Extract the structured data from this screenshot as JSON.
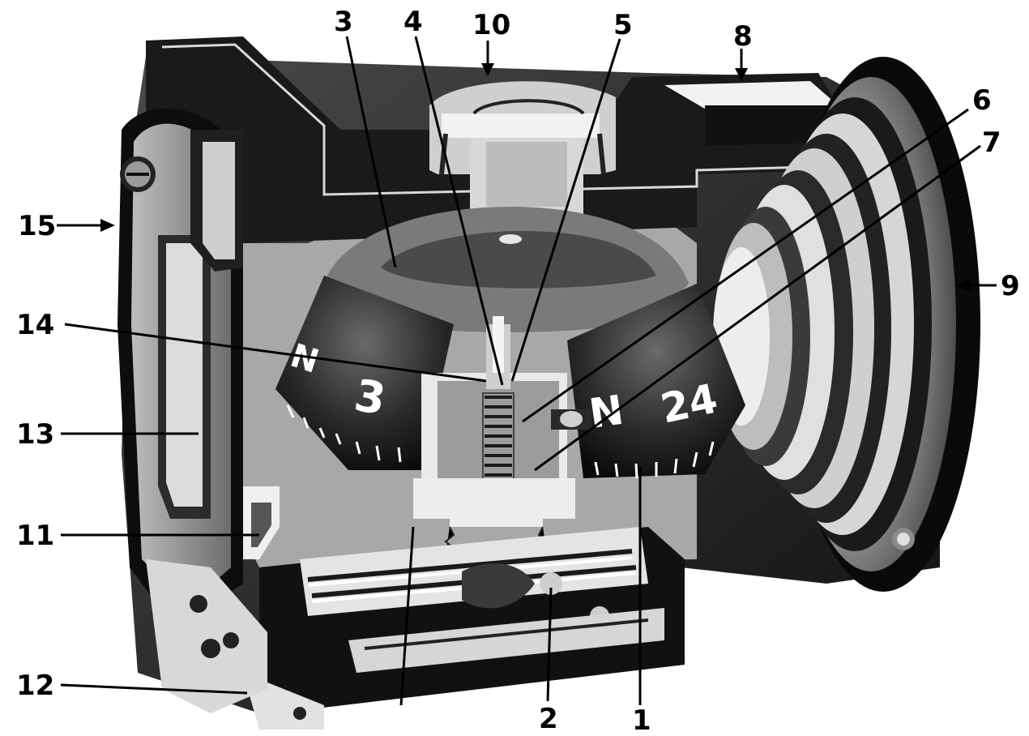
{
  "figure": {
    "palette": {
      "ink": "#000000",
      "paper": "#ffffff",
      "mid_gray": "#8a8a8a",
      "light_gray": "#d0d0d0",
      "dark_gray": "#2a2a2a"
    },
    "dial_markings": {
      "left_letter": "N",
      "left_number": "3",
      "right_letter": "N",
      "right_number": "24"
    },
    "callouts": [
      {
        "id": "1",
        "label": "1"
      },
      {
        "id": "2",
        "label": "2"
      },
      {
        "id": "3",
        "label": "3"
      },
      {
        "id": "4",
        "label": "4"
      },
      {
        "id": "5",
        "label": "5"
      },
      {
        "id": "6",
        "label": "6"
      },
      {
        "id": "7",
        "label": "7"
      },
      {
        "id": "8",
        "label": "8"
      },
      {
        "id": "9",
        "label": "9"
      },
      {
        "id": "10",
        "label": "10"
      },
      {
        "id": "11",
        "label": "11"
      },
      {
        "id": "12",
        "label": "12"
      },
      {
        "id": "13",
        "label": "13"
      },
      {
        "id": "14",
        "label": "14"
      },
      {
        "id": "15",
        "label": "15"
      }
    ]
  }
}
